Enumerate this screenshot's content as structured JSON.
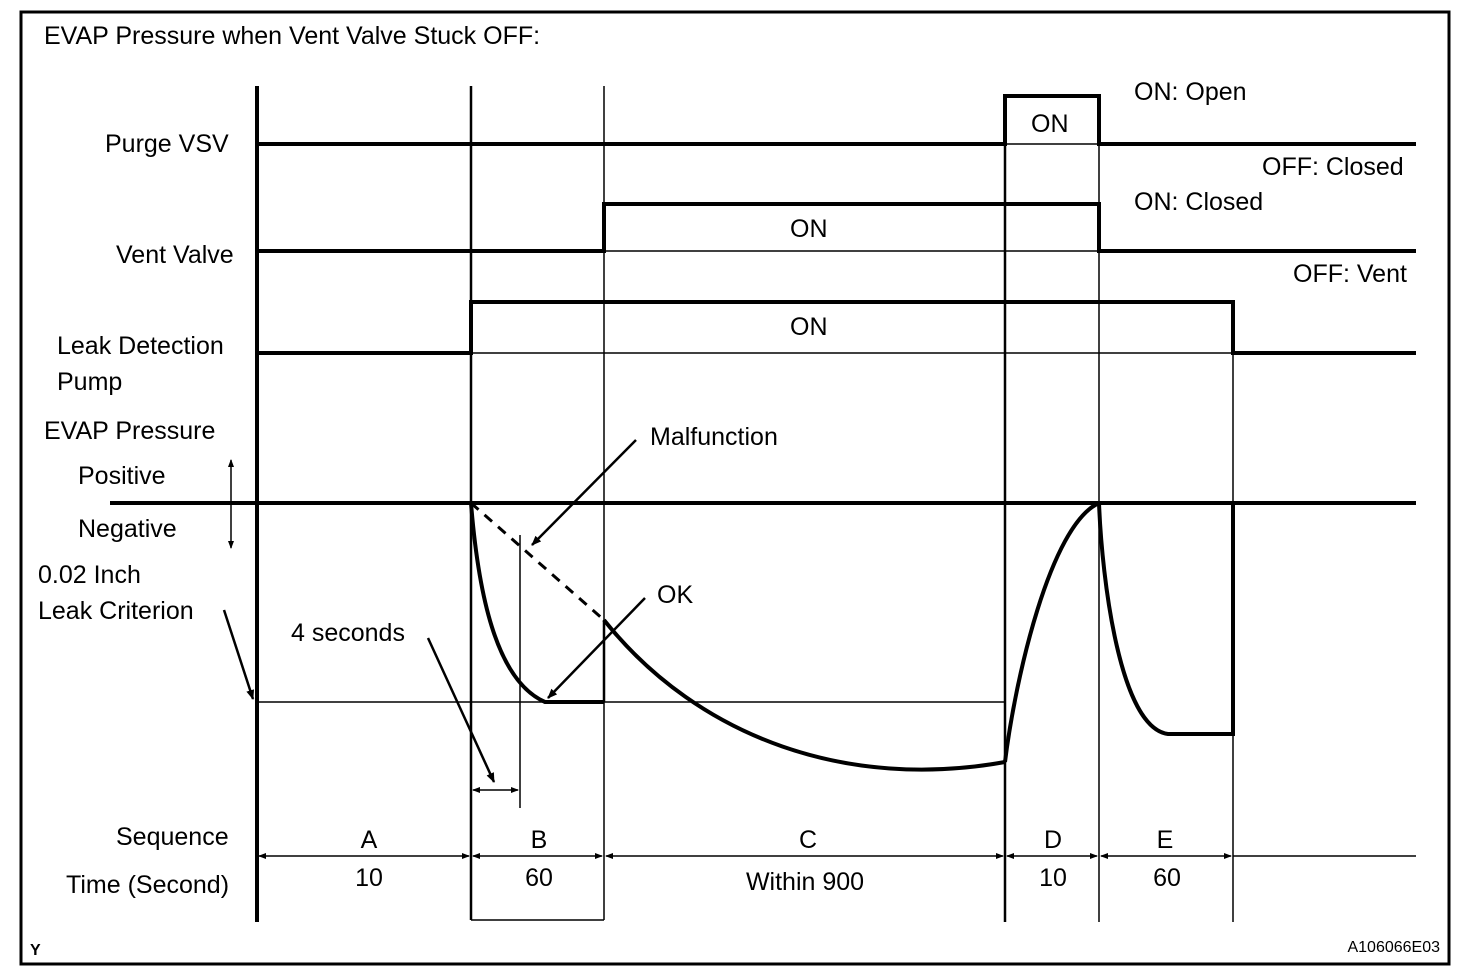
{
  "title": "EVAP Pressure when Vent Valve Stuck OFF:",
  "rows": {
    "purge_vsv": {
      "label": "Purge VSV",
      "on_text": "ON",
      "on_state": "ON: Open",
      "off_state": "OFF: Closed"
    },
    "vent_valve": {
      "label": "Vent Valve",
      "on_text": "ON",
      "on_state": "ON: Closed",
      "off_state": "OFF: Vent"
    },
    "leak_pump": {
      "label_line1": "Leak Detection",
      "label_line2": "Pump",
      "on_text": "ON"
    },
    "evap_pressure": {
      "label": "EVAP Pressure",
      "positive": "Positive",
      "negative": "Negative",
      "criterion_line1": "0.02 Inch",
      "criterion_line2": "Leak Criterion"
    }
  },
  "annotations": {
    "malfunction": "Malfunction",
    "ok": "OK",
    "four_seconds": "4 seconds"
  },
  "sequence": {
    "label": "Sequence",
    "time_label": "Time (Second)",
    "phases": [
      {
        "name": "A",
        "time": "10"
      },
      {
        "name": "B",
        "time": "60"
      },
      {
        "name": "C",
        "time": "Within 900"
      },
      {
        "name": "D",
        "time": "10"
      },
      {
        "name": "E",
        "time": "60"
      }
    ]
  },
  "corner_mark": "Y",
  "figure_id": "A106066E03"
}
